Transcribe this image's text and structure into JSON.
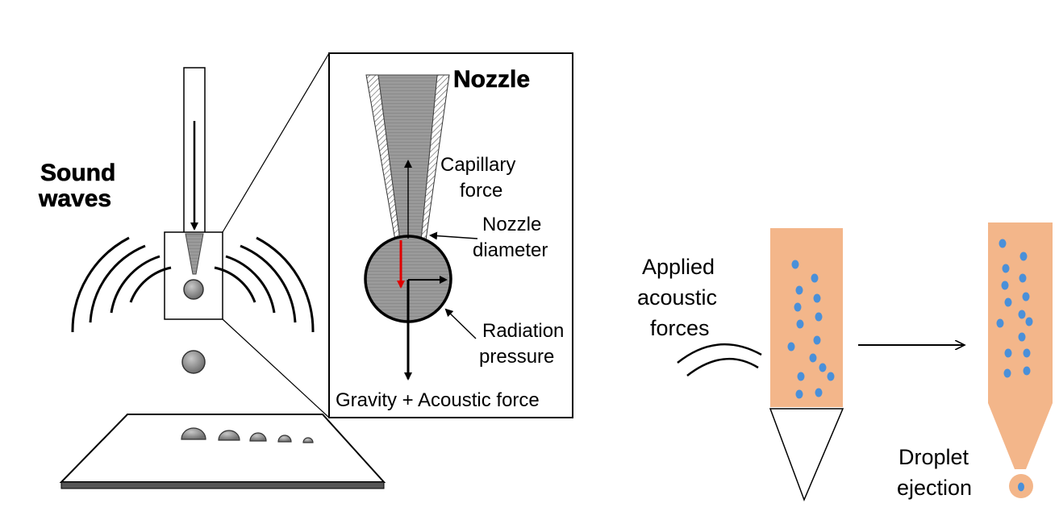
{
  "labels": {
    "sound_waves_line1": "Sound",
    "sound_waves_line2": "waves",
    "nozzle": "Nozzle",
    "capillary_line1": "Capillary",
    "capillary_line2": "force",
    "nozzle_diameter_line1": "Nozzle",
    "nozzle_diameter_line2": "diameter",
    "radiation_line1": "Radiation",
    "radiation_line2": "pressure",
    "gravity_acoustic": "Gravity + Acoustic force",
    "applied_line1": "Applied",
    "applied_line2": "acoustic",
    "applied_line3": "forces",
    "droplet_line1": "Droplet",
    "droplet_line2": "ejection"
  },
  "colors": {
    "fluid": "#F3B68A",
    "particle": "#4A90D9",
    "droplet_gray": "#8a8a8a",
    "nozzle_fill": "#8f8f8f",
    "red_arrow": "#e00000"
  }
}
